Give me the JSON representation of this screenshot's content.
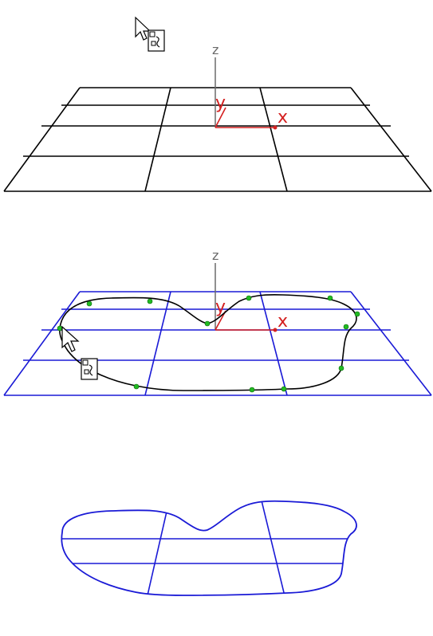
{
  "panels": {
    "panel1": {
      "axes": {
        "z_label": "z",
        "x_label": "x",
        "y_label": "y"
      },
      "grid_color": "#000000"
    },
    "panel2": {
      "axes": {
        "z_label": "z",
        "x_label": "x",
        "y_label": "y"
      },
      "grid_color": "#1a1ad6",
      "curve_color": "#000000",
      "control_point_color": "#22bb22",
      "control_point_count": 12
    },
    "panel3": {
      "shape_color": "#1a1ad6"
    }
  },
  "colors": {
    "axis_red": "#d42020",
    "axis_gray": "#6a6a6a",
    "background": "#ffffff"
  },
  "icons": [
    "pointer-with-command-icon",
    "pointer-with-command-icon"
  ]
}
